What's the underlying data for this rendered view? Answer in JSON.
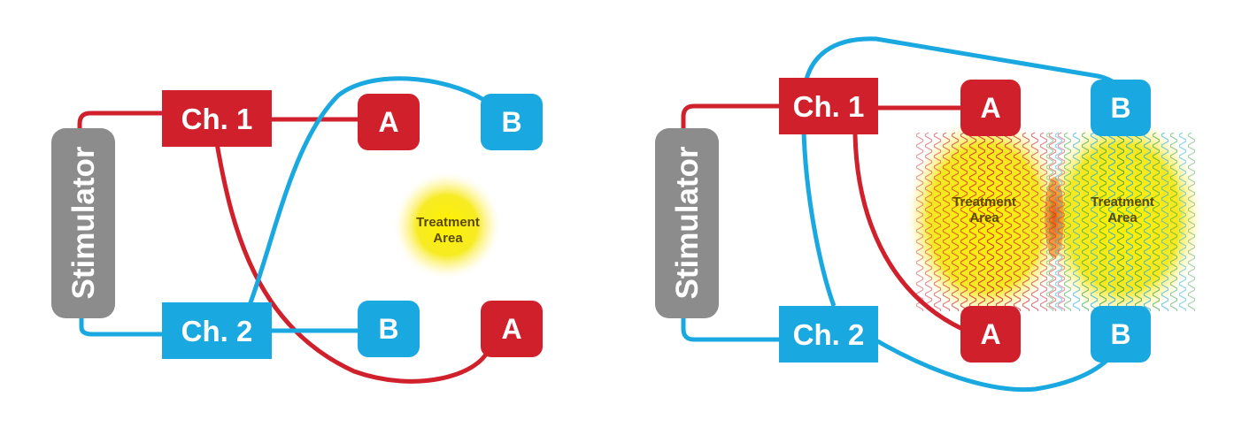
{
  "colors": {
    "red": "#d0202c",
    "blue": "#1aa8e0",
    "stimulator": "#8c8c8c",
    "treatment": "#f2ec10"
  },
  "left_diagram": {
    "stimulator": "Stimulator",
    "ch1": "Ch. 1",
    "ch2": "Ch. 2",
    "electrode_a_top": "A",
    "electrode_b_top": "B",
    "electrode_b_bottom": "B",
    "electrode_a_bottom": "A",
    "treatment_line1": "Treatment",
    "treatment_line2": "Area"
  },
  "right_diagram": {
    "stimulator": "Stimulator",
    "ch1": "Ch. 1",
    "ch2": "Ch. 2",
    "electrode_a_top": "A",
    "electrode_b_top": "B",
    "electrode_a_bottom": "A",
    "electrode_b_bottom": "B",
    "treatment_left_line1": "Treatment",
    "treatment_left_line2": "Area",
    "treatment_right_line1": "Treatment",
    "treatment_right_line2": "Area"
  }
}
